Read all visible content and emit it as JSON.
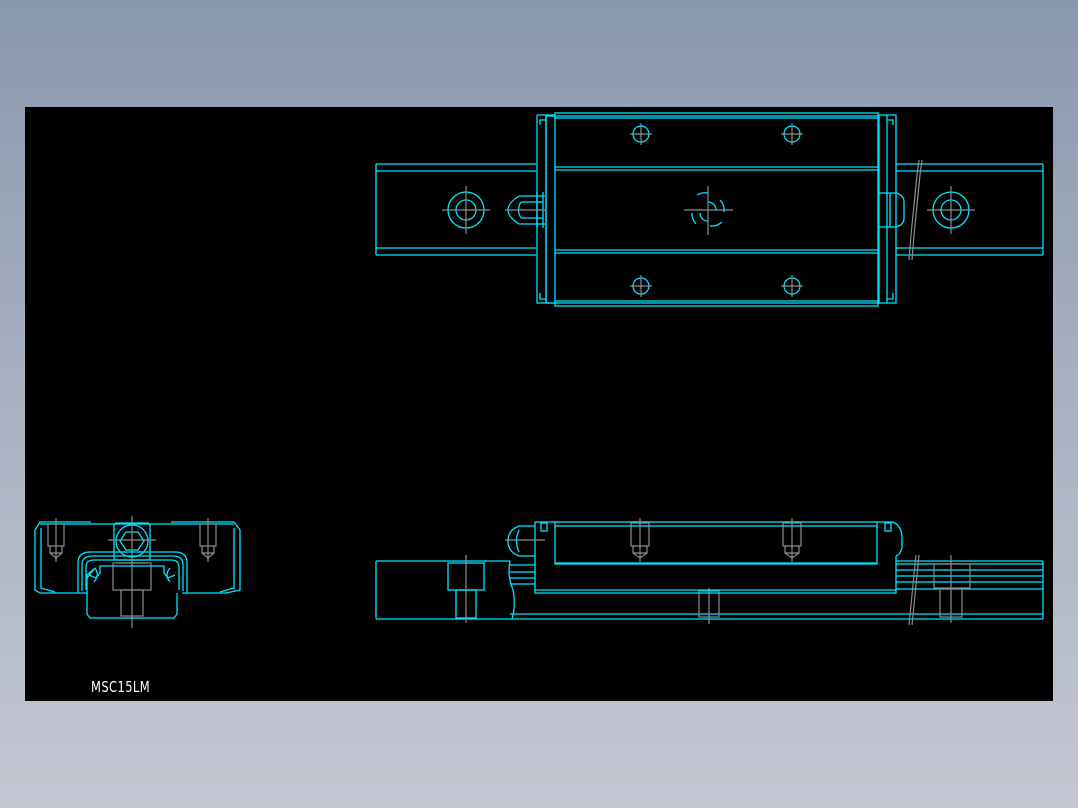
{
  "window": {
    "background_top": "#8a98ac",
    "background_bottom": "#c3c7d2"
  },
  "drawing": {
    "canvas_color": "#000000",
    "line_color": "#00e5ff",
    "centerline_color": "#8c8c8c",
    "part_label": "MSC15LM",
    "views": [
      {
        "name": "top-view",
        "description": "Linear guide block on rail, plan view with 4 mounting holes, grease nipple and rail bolt holes"
      },
      {
        "name": "end-view",
        "description": "Cross-section end view of carriage block on rail"
      },
      {
        "name": "side-view",
        "description": "Side elevation of carriage block on rail with counterbored bolt holes"
      }
    ]
  }
}
